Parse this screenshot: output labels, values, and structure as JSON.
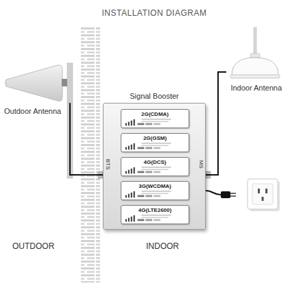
{
  "diagram": {
    "title": "INSTALLATION DIAGRAM",
    "nodes": [
      {
        "text": [
          "Outdoor Antenna"
        ]
      },
      {
        "text": [
          "Signal Booster"
        ]
      },
      {
        "text": [
          "2G(CDMA)"
        ],
        "in": 1
      },
      {
        "text": [
          "2G(GSM)"
        ],
        "in": 1
      },
      {
        "text": [
          "4G(DCS)"
        ],
        "in": 1
      },
      {
        "text": [
          "3G(WCDMA)"
        ],
        "in": 1
      },
      {
        "text": [
          "4G(LTE2600)"
        ],
        "in": 1
      },
      {
        "text": [
          "Indoor Antenna"
        ]
      }
    ],
    "edges": [
      {
        "from": 0,
        "to": 1,
        "arrow": "none"
      },
      {
        "from": 1,
        "to": 7,
        "arrow": "none"
      }
    ],
    "labels": [
      "BTS",
      "MS",
      "OUTDOOR",
      "INDOOR"
    ]
  }
}
